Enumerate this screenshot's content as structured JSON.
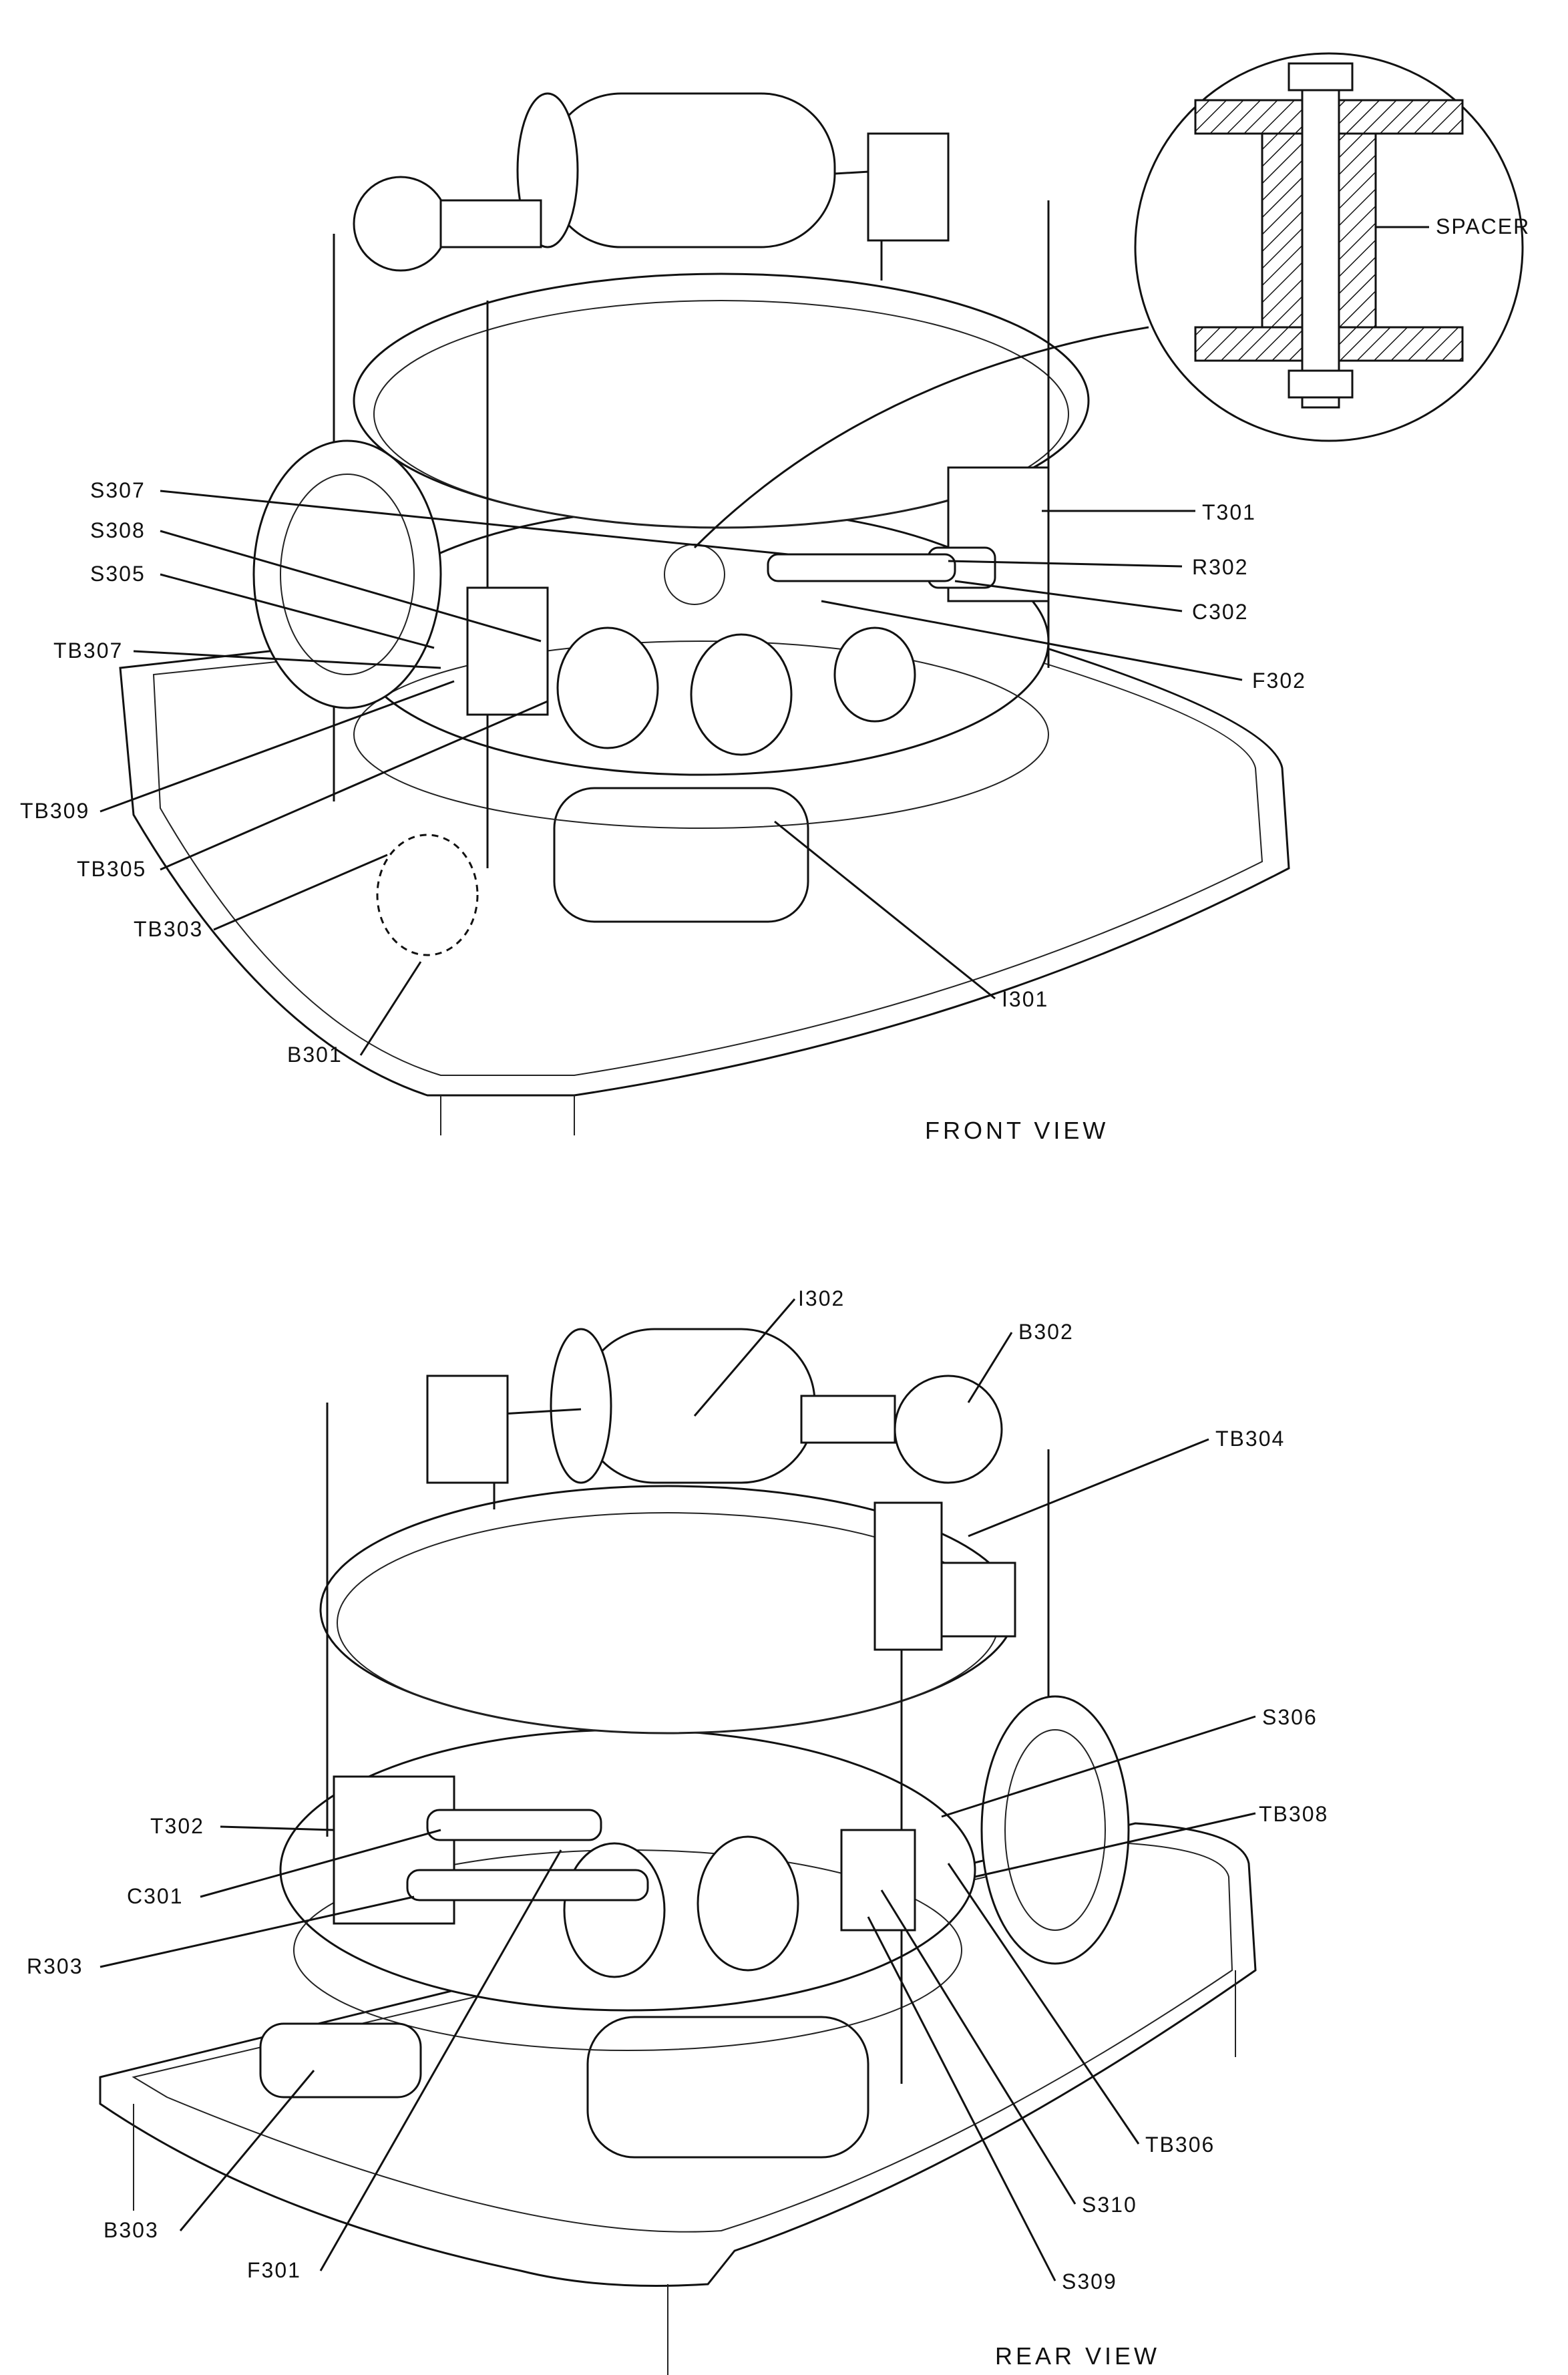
{
  "front_view": {
    "caption": "FRONT VIEW",
    "detail_label": "SPACER",
    "callouts_left": [
      "S307",
      "S308",
      "S305",
      "TB307",
      "TB309",
      "TB305",
      "TB303",
      "B301"
    ],
    "callouts_right": [
      "T301",
      "R302",
      "C302",
      "F302",
      "I301"
    ]
  },
  "rear_view": {
    "caption": "REAR VIEW",
    "callouts_top": [
      "I302",
      "B302",
      "TB304"
    ],
    "callouts_left": [
      "T302",
      "C301",
      "R303",
      "B303",
      "F301"
    ],
    "callouts_right": [
      "S306",
      "TB308",
      "TB306",
      "S310",
      "S309"
    ]
  }
}
